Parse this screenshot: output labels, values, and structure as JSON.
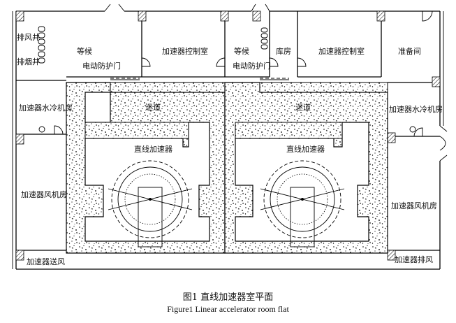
{
  "caption": {
    "zh": "图1   直线加速器室平面",
    "en": "Figure1    Linear accelerator room flat"
  },
  "labels": {
    "exhaust_shaft": "排风井",
    "smoke_shaft": "排烟井",
    "wait_left": "等候",
    "control_left": "加速器控制室",
    "wait_right": "等候",
    "storage": "库房",
    "control_right": "加速器控制室",
    "prep_room": "准备间",
    "door_left": "电动防护门",
    "door_right": "电动防护门",
    "chiller_left": "加速器水冷机房",
    "chiller_right": "加速器水冷机房",
    "maze_left": "迷道",
    "maze_right": "迷道",
    "linac_left": "直线加速器",
    "linac_right": "直线加速器",
    "fan_left": "加速器风机房",
    "fan_right": "加速器风机房",
    "supply_air": "加速器送风",
    "exhaust_air": "加速器排风"
  }
}
